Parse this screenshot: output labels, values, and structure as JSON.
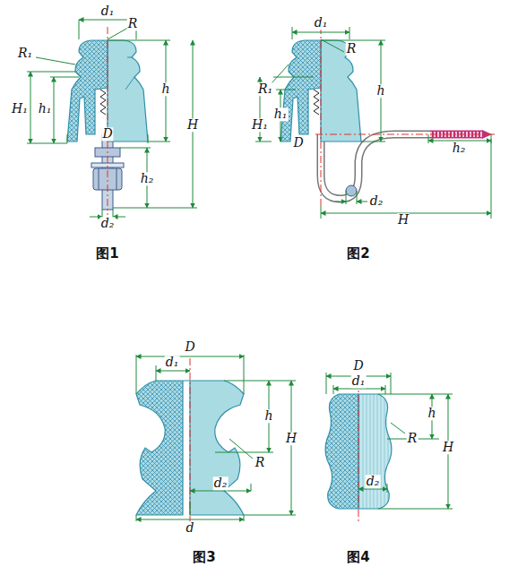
{
  "diagram": {
    "labels": [
      "d₁",
      "R",
      "R₁",
      "h₁",
      "H₁",
      "h",
      "H",
      "D",
      "h₂",
      "d₂",
      "图1",
      "d₁",
      "R",
      "R₁",
      "h₁",
      "H₁",
      "h",
      "D",
      "h₂",
      "d₂",
      "H",
      "图2",
      "D",
      "d₁",
      "h",
      "H",
      "R",
      "d₂",
      "d",
      "图3",
      "D",
      "d₁",
      "h",
      "R",
      "H",
      "d₂",
      "图4"
    ]
  }
}
